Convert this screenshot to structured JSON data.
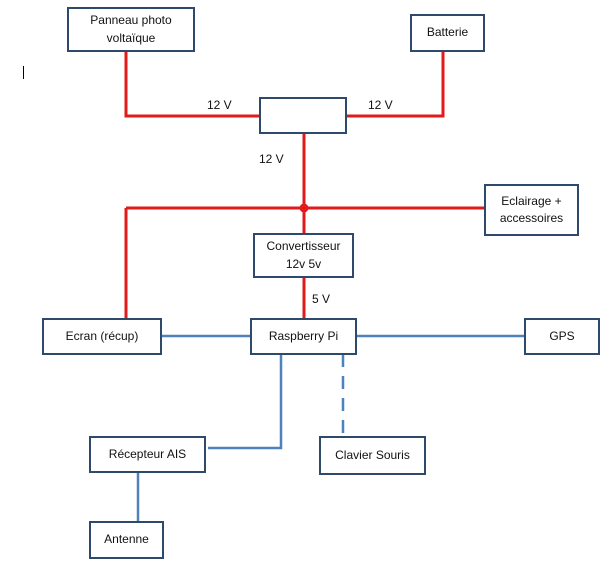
{
  "colors": {
    "power_line": "#e21a1a",
    "data_line": "#4f81bd",
    "box_border": "#2e4a6b"
  },
  "nodes": {
    "solar_panel": "Panneau photo\nvoltaïque",
    "battery": "Batterie",
    "junction": "",
    "lighting": "Eclairage +\naccessoires",
    "converter": "Convertisseur\n12v 5v",
    "screen": "Ecran (récup)",
    "raspberry": "Raspberry Pi",
    "gps": "GPS",
    "ais_receiver": "Récepteur AIS",
    "keyboard_mouse": "Clavier Souris",
    "antenna": "Antenne"
  },
  "labels": {
    "v_solar": "12 V",
    "v_battery": "12 V",
    "v_junction_out": "12 V",
    "v_converter_out": "5 V"
  }
}
